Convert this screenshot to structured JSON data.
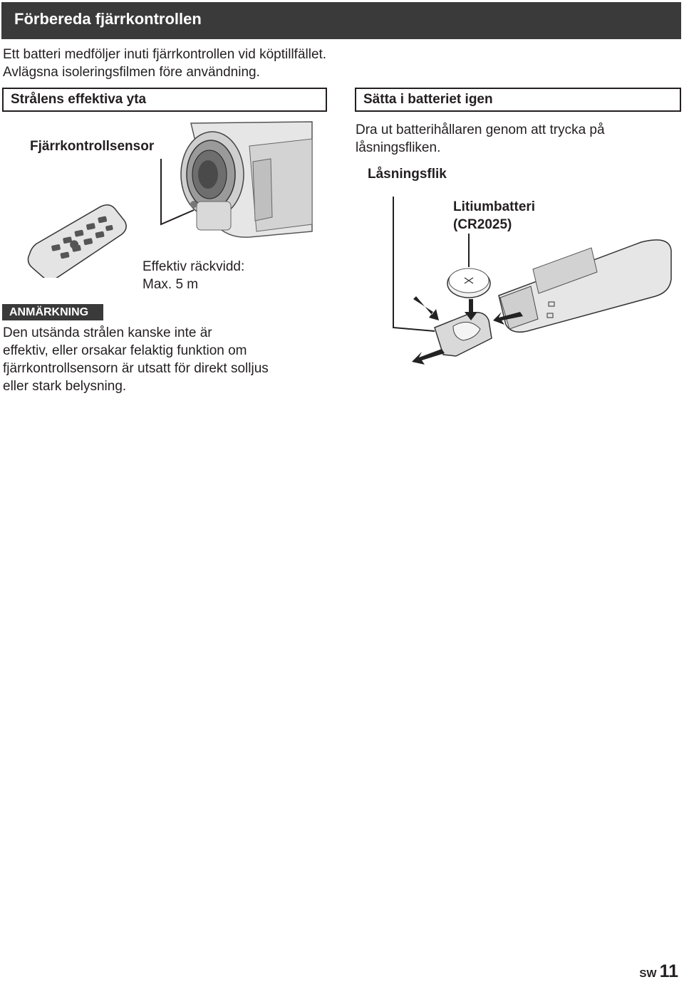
{
  "header": {
    "title": "Förbereda fjärrkontrollen"
  },
  "intro": {
    "lines": [
      "Ett batteri medföljer inuti fjärrkontrollen vid köptillfället.",
      "Avlägsna isoleringsfilmen före användning."
    ]
  },
  "left_panel": {
    "heading": "Strålens effektiva yta",
    "sensor_label": "Fjärrkontrollsensor",
    "range_lines": [
      "Effektiv räckvidd:",
      "Max. 5 m"
    ]
  },
  "right_panel": {
    "heading": "Sätta i batteriet igen",
    "instruction_lines": [
      "Dra ut batterihållaren genom att trycka på",
      "låsningsfliken."
    ],
    "lock_tab_label": "Låsningsflik",
    "battery_label_lines": [
      "Litiumbatteri",
      "(CR2025)"
    ]
  },
  "note": {
    "badge": "ANMÄRKNING",
    "lines": [
      "Den utsända strålen kanske inte är",
      "effektiv, eller orsakar felaktig funktion om",
      "fjärrkontrollsensorn är utsatt för direkt solljus",
      "eller stark belysning."
    ]
  },
  "footer": {
    "lang": "SW",
    "page": "11"
  }
}
